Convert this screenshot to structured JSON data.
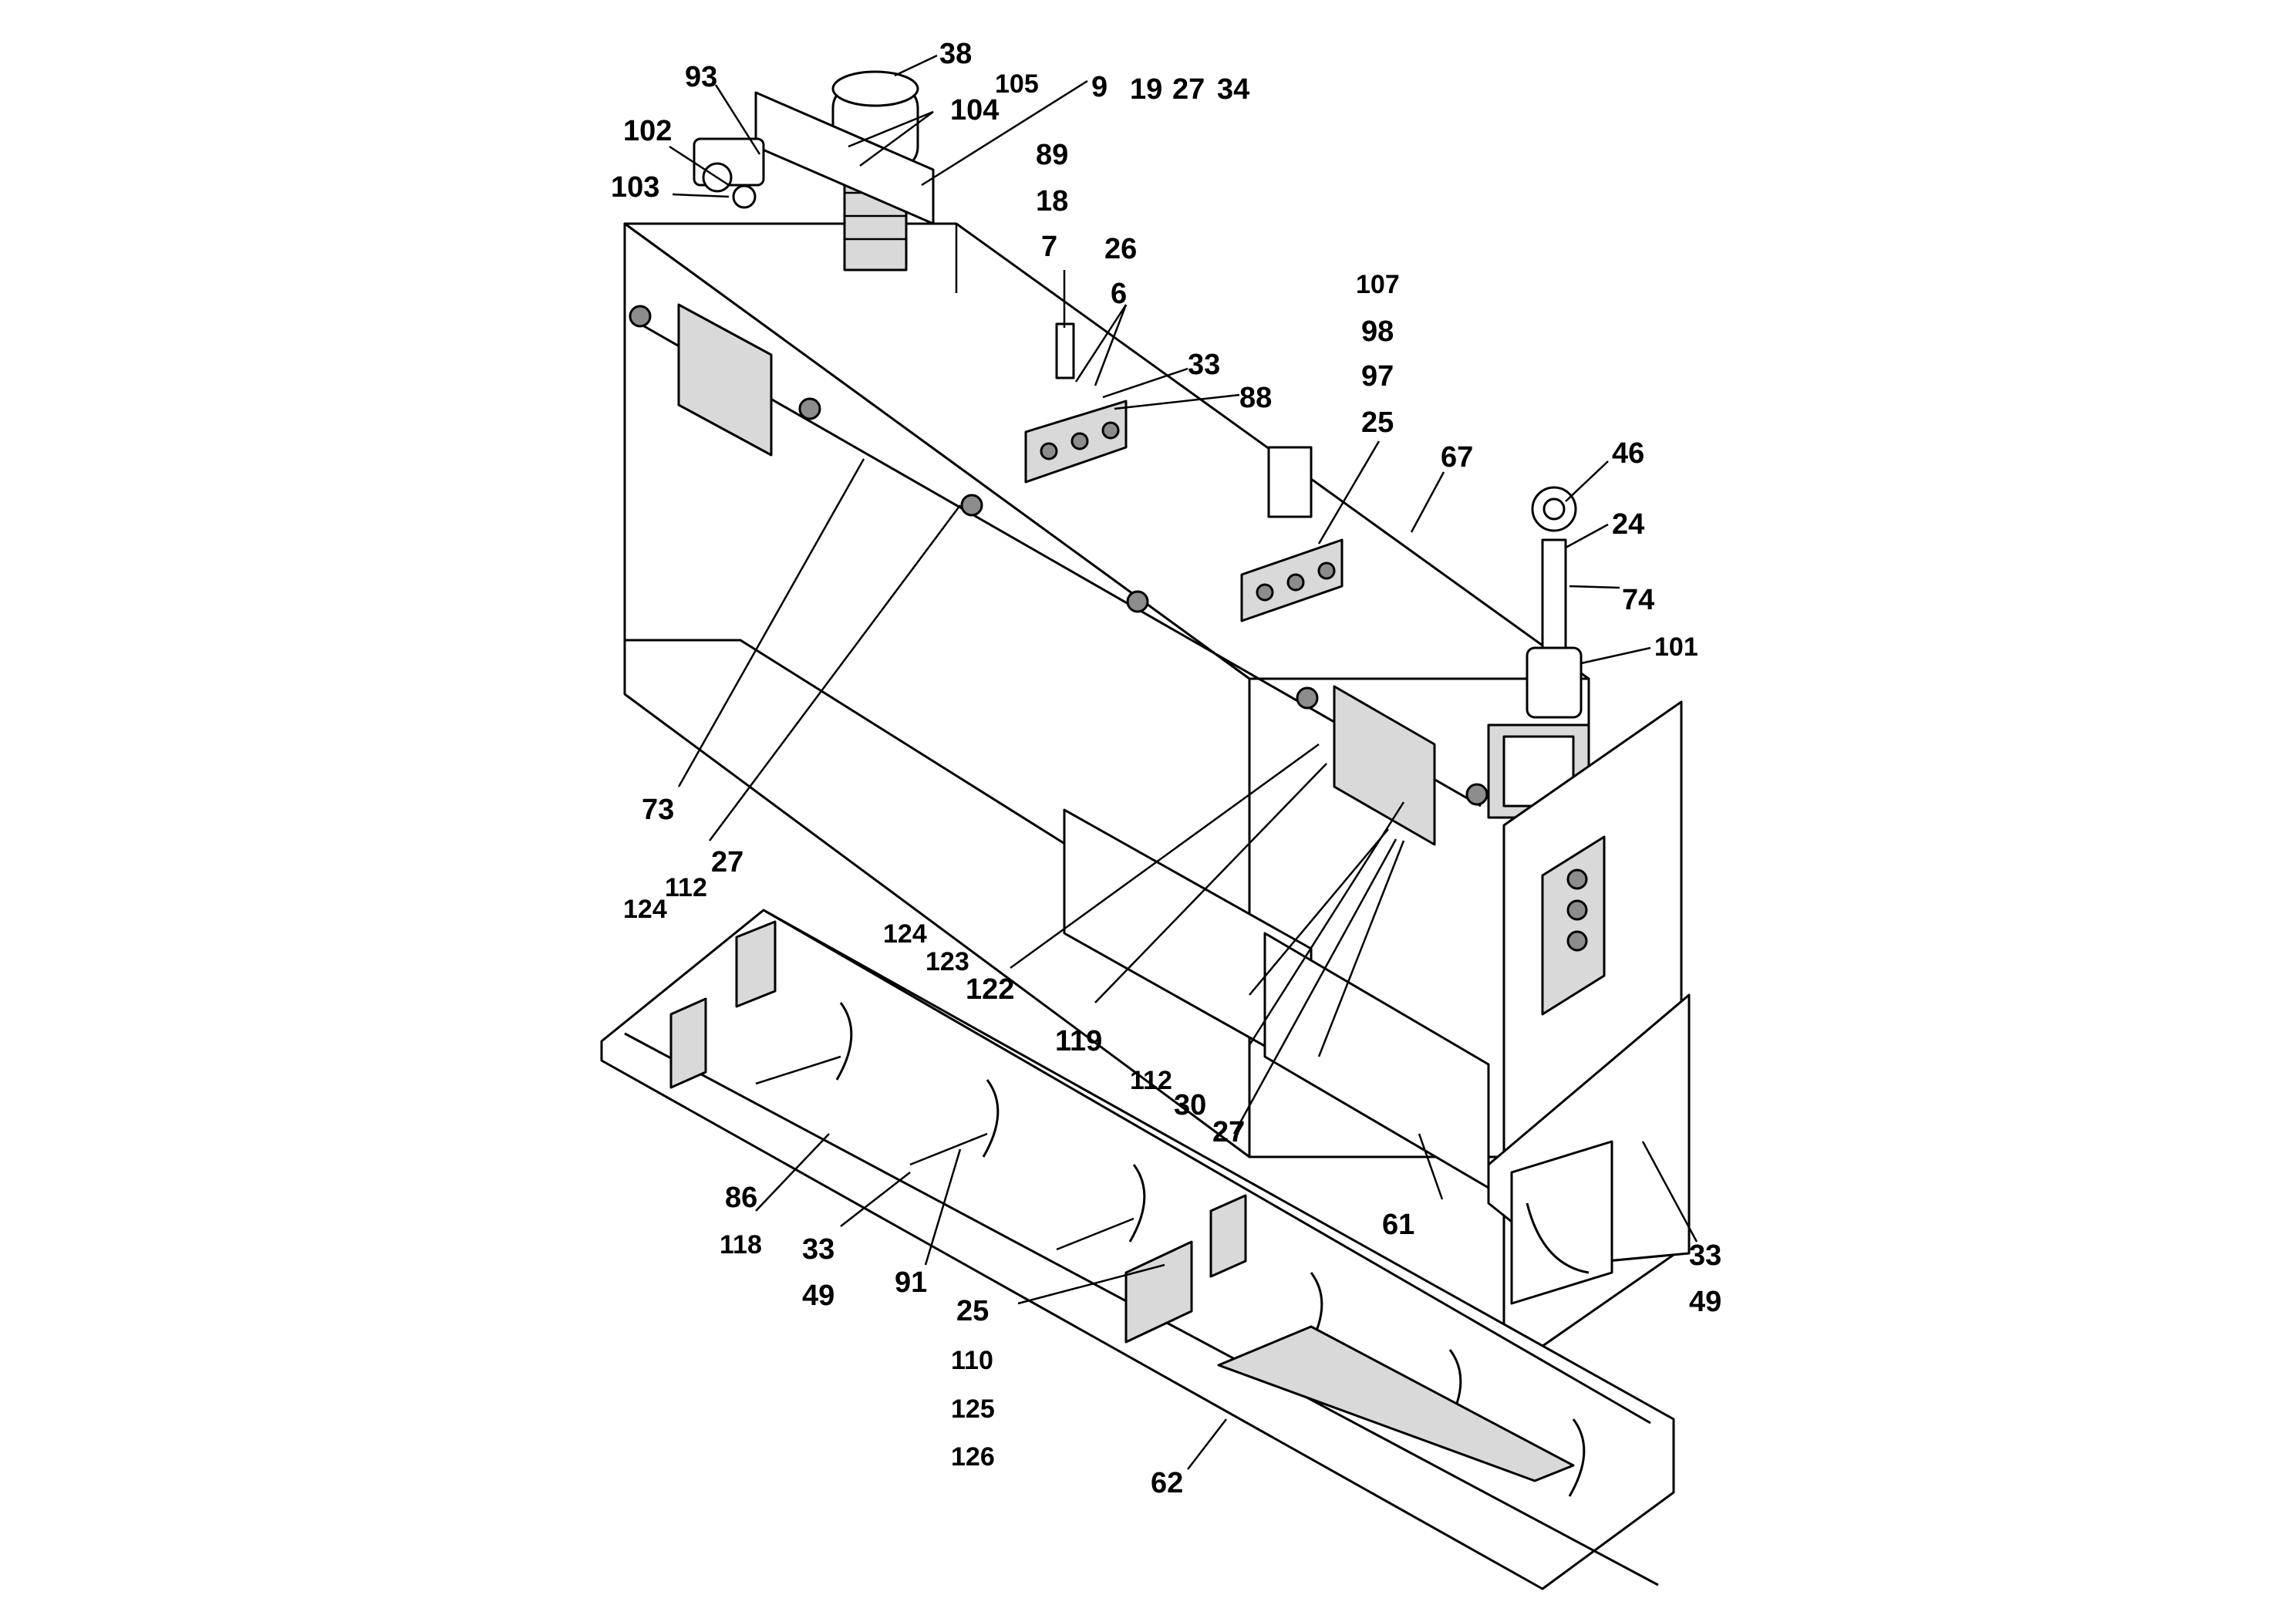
{
  "callouts": [
    {
      "id": "c38",
      "text": "38"
    },
    {
      "id": "c105",
      "text": "105"
    },
    {
      "id": "c9",
      "text": "9"
    },
    {
      "id": "c19",
      "text": "19"
    },
    {
      "id": "c27a",
      "text": "27"
    },
    {
      "id": "c34",
      "text": "34"
    },
    {
      "id": "c93",
      "text": "93"
    },
    {
      "id": "c104",
      "text": "104"
    },
    {
      "id": "c102",
      "text": "102"
    },
    {
      "id": "c103",
      "text": "103"
    },
    {
      "id": "c89",
      "text": "89"
    },
    {
      "id": "c18",
      "text": "18"
    },
    {
      "id": "c7",
      "text": "7"
    },
    {
      "id": "c26",
      "text": "26"
    },
    {
      "id": "c6",
      "text": "6"
    },
    {
      "id": "c107",
      "text": "107"
    },
    {
      "id": "c98",
      "text": "98"
    },
    {
      "id": "c97",
      "text": "97"
    },
    {
      "id": "c33a",
      "text": "33"
    },
    {
      "id": "c88",
      "text": "88"
    },
    {
      "id": "c25a",
      "text": "25"
    },
    {
      "id": "c67",
      "text": "67"
    },
    {
      "id": "c46",
      "text": "46"
    },
    {
      "id": "c24",
      "text": "24"
    },
    {
      "id": "c74",
      "text": "74"
    },
    {
      "id": "c101",
      "text": "101"
    },
    {
      "id": "c73",
      "text": "73"
    },
    {
      "id": "c27b",
      "text": "27"
    },
    {
      "id": "c112a",
      "text": "112"
    },
    {
      "id": "c124a",
      "text": "124"
    },
    {
      "id": "c124b",
      "text": "124"
    },
    {
      "id": "c123",
      "text": "123"
    },
    {
      "id": "c122",
      "text": "122"
    },
    {
      "id": "c119",
      "text": "119"
    },
    {
      "id": "c112b",
      "text": "112"
    },
    {
      "id": "c30",
      "text": "30"
    },
    {
      "id": "c27c",
      "text": "27"
    },
    {
      "id": "c61",
      "text": "61"
    },
    {
      "id": "c33b",
      "text": "33"
    },
    {
      "id": "c49a",
      "text": "49"
    },
    {
      "id": "c86",
      "text": "86"
    },
    {
      "id": "c118",
      "text": "118"
    },
    {
      "id": "c33c",
      "text": "33"
    },
    {
      "id": "c49b",
      "text": "49"
    },
    {
      "id": "c91",
      "text": "91"
    },
    {
      "id": "c25b",
      "text": "25"
    },
    {
      "id": "c110",
      "text": "110"
    },
    {
      "id": "c125",
      "text": "125"
    },
    {
      "id": "c126",
      "text": "126"
    },
    {
      "id": "c62",
      "text": "62"
    }
  ]
}
